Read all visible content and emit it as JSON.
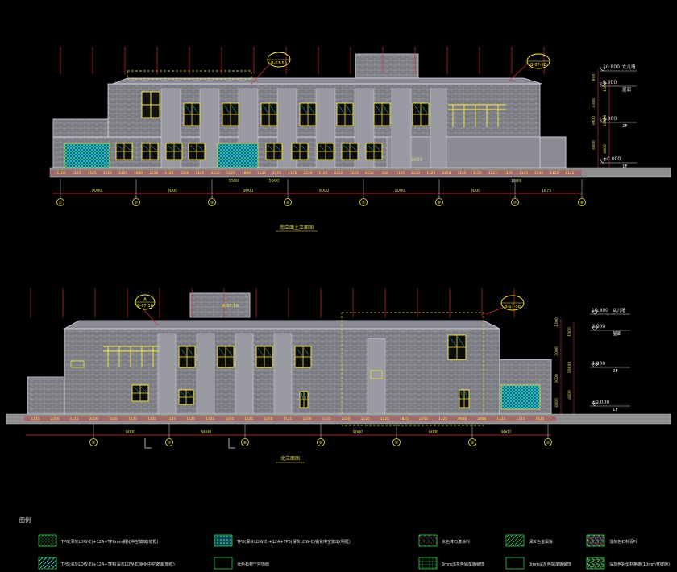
{
  "colors": {
    "background": "#000000",
    "wall": "#7d7d85",
    "outline": "#d8d8e8",
    "window_frame": "#f2e23c",
    "glass_cyan": "#2ec9d8",
    "dimension": "#e8d85a",
    "dim_line": "#e23030",
    "grid_bubble": "#f0e640",
    "callout": "#ffee44",
    "ground": "#a9a9a9",
    "legend_green": "#33d04a"
  },
  "elevation_top": {
    "title": "南立面主立面图",
    "callout_left": "B-07-58",
    "callout_right": "B-07-58",
    "levels": [
      {
        "value": "10.800",
        "label": "女儿墙"
      },
      {
        "value": "9.500",
        "label": "屋面"
      },
      {
        "value": "4.800",
        "label": "2F"
      },
      {
        "value": "±0.000",
        "label": "1F"
      }
    ],
    "vertical_dims": [
      "800",
      "3300",
      "3000",
      "4800",
      "1000",
      "10800",
      "4800"
    ],
    "small_dims": [
      "1100",
      "1125",
      "1125",
      "1125",
      "1125",
      "1800",
      "2250",
      "1125",
      "2250",
      "1125",
      "2250",
      "1125",
      "1800",
      "1125",
      "2250",
      "1125",
      "2250",
      "1125",
      "2250",
      "1125",
      "2250",
      "500",
      "1125",
      "2250",
      "1125",
      "2250",
      "1125",
      "1125",
      "1125",
      "1125",
      "1125",
      "2250",
      "1125",
      "1125"
    ],
    "mid_dims": [
      "5500",
      "5500",
      "1800"
    ],
    "bay_dims": [
      "9000",
      "9000",
      "9000",
      "9000",
      "9000",
      "9000",
      "1875"
    ],
    "window_label": "5600",
    "grid_labels": [
      "①",
      "②",
      "③",
      "④",
      "⑤",
      "⑥",
      "⑦",
      "⑧"
    ]
  },
  "elevation_bottom": {
    "title": "北立面图",
    "callout_left": "A",
    "callout_left_sub": "B-07-58",
    "callout_right": "B-07-58",
    "roof_label": "B-07-58",
    "levels": [
      {
        "value": "10.800",
        "label": "女儿墙"
      },
      {
        "value": "9.000",
        "label": "屋面"
      },
      {
        "value": "4.800",
        "label": "2F"
      },
      {
        "value": "±0.000",
        "label": "1F"
      }
    ],
    "vertical_dims": [
      "1200",
      "3000",
      "3000",
      "4800",
      "1800",
      "10800",
      "4800"
    ],
    "small_dims": [
      "1125",
      "2250",
      "1125",
      "2250",
      "1125",
      "1125",
      "1125",
      "1125",
      "1125",
      "1125",
      "2250",
      "1125",
      "2250",
      "1125",
      "2250",
      "1125",
      "2250",
      "1125",
      "1125",
      "1825",
      "2250",
      "1125",
      "9000",
      "2800",
      "1125",
      "1125",
      "1125"
    ],
    "bay_dims": [
      "9000",
      "9000",
      "9000",
      "9000",
      "9000"
    ],
    "grid_labels": [
      "⑧",
      "⑦",
      "⑥",
      "⑤",
      "④",
      "③",
      "②",
      "①"
    ]
  },
  "legend": {
    "title": "图例",
    "items": [
      {
        "text": "TP6(深灰LOW-E)+12A+TP6mm钢化中空玻璃(暗框)",
        "pattern": "dots"
      },
      {
        "text": "TP8(深灰LOW-E)+12A+TP8(深灰LOW-E)钢化中空玻璃(明框)",
        "pattern": "dots-cyan"
      },
      {
        "text": "米色真石漆涂料",
        "pattern": "noise"
      },
      {
        "text": "深灰色金属板",
        "pattern": "hatch"
      },
      {
        "text": "浅灰色石材百叶",
        "pattern": "noise-gray"
      },
      {
        "text": "TP6(深灰LOW-E)+12A+TP6(深灰LOW-E)钢化中空玻璃(暗框)",
        "pattern": "hatch-cyan"
      },
      {
        "text": "米色石材干挂饰面",
        "pattern": "blank"
      },
      {
        "text": "3mm浅灰色铝单板装饰",
        "pattern": "grid"
      },
      {
        "text": "3mm深灰色铝单板装饰",
        "pattern": "blank"
      },
      {
        "text": "深灰色铝型材格栅(10mm宽缝隙)",
        "pattern": "noise-green"
      }
    ]
  }
}
